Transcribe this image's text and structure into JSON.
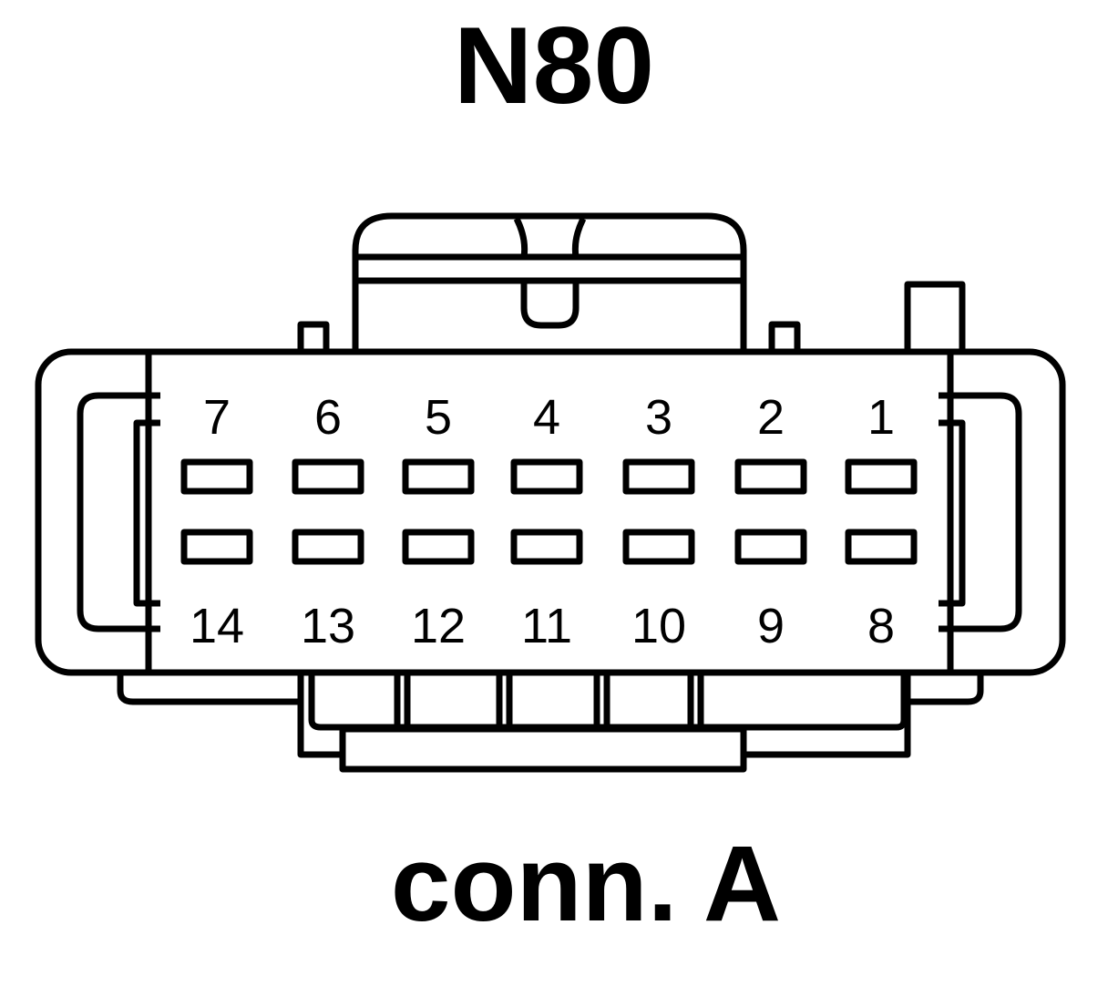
{
  "title": "N80",
  "subtitle": "conn. A",
  "pins": {
    "top_row": [
      "7",
      "6",
      "5",
      "4",
      "3",
      "2",
      "1"
    ],
    "bottom_row": [
      "14",
      "13",
      "12",
      "11",
      "10",
      "9",
      "8"
    ]
  }
}
